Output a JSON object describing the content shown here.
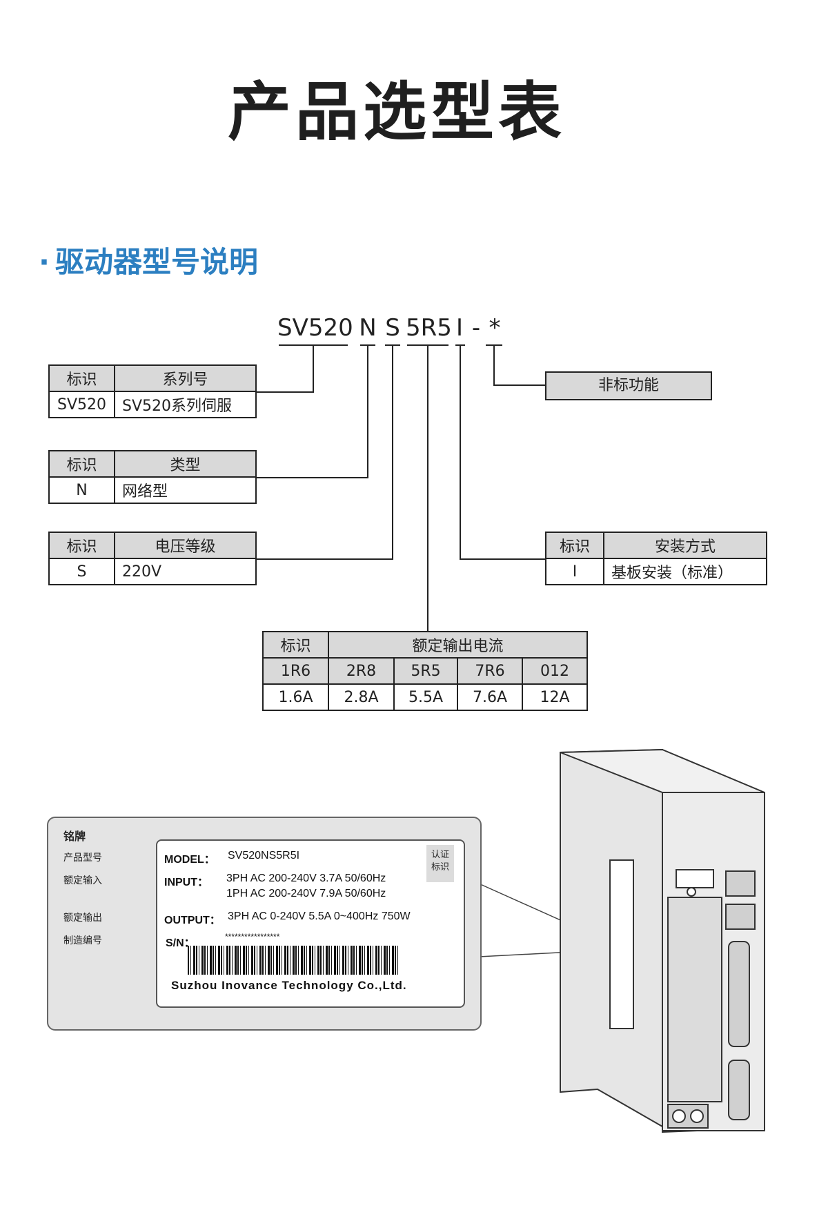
{
  "title": "产品选型表",
  "section": {
    "bullet": "·",
    "heading": "驱动器型号说明"
  },
  "model_code": {
    "parts": [
      "SV520",
      "N",
      "S",
      "5R5",
      "I",
      "-",
      "*"
    ]
  },
  "series_table": {
    "header": [
      "标识",
      "系列号"
    ],
    "rows": [
      [
        "SV520",
        "SV520系列伺服"
      ]
    ]
  },
  "type_table": {
    "header": [
      "标识",
      "类型"
    ],
    "rows": [
      [
        "N",
        "网络型"
      ]
    ]
  },
  "voltage_table": {
    "header": [
      "标识",
      "电压等级"
    ],
    "rows": [
      [
        "S",
        "220V"
      ]
    ]
  },
  "nonstandard_box": {
    "label": "非标功能"
  },
  "mount_table": {
    "header": [
      "标识",
      "安装方式"
    ],
    "rows": [
      [
        "I",
        "基板安装（标准）"
      ]
    ]
  },
  "current_table": {
    "header": [
      "标识",
      "额定输出电流"
    ],
    "codes": [
      "1R6",
      "2R8",
      "5R5",
      "7R6",
      "012"
    ],
    "values": [
      "1.6A",
      "2.8A",
      "5.5A",
      "7.6A",
      "12A"
    ]
  },
  "nameplate": {
    "title": "铭牌",
    "labels": [
      "产品型号",
      "额定输入",
      "额定输出",
      "制造编号"
    ],
    "model_key": "MODEL：",
    "model_value": "SV520NS5R5I",
    "input_key": "INPUT：",
    "input_line1": "3PH  AC  200-240V  3.7A  50/60Hz",
    "input_line2": "1PH  AC  200-240V  7.9A  50/60Hz",
    "output_key": "OUTPUT：",
    "output_value": "3PH  AC  0-240V  5.5A  0~400Hz  750W",
    "sn_key": "S/N：",
    "sn_value": "*****************",
    "cert_line1": "认证",
    "cert_line2": "标识",
    "company": "Suzhou  Inovance  Technology  Co.,Ltd."
  }
}
